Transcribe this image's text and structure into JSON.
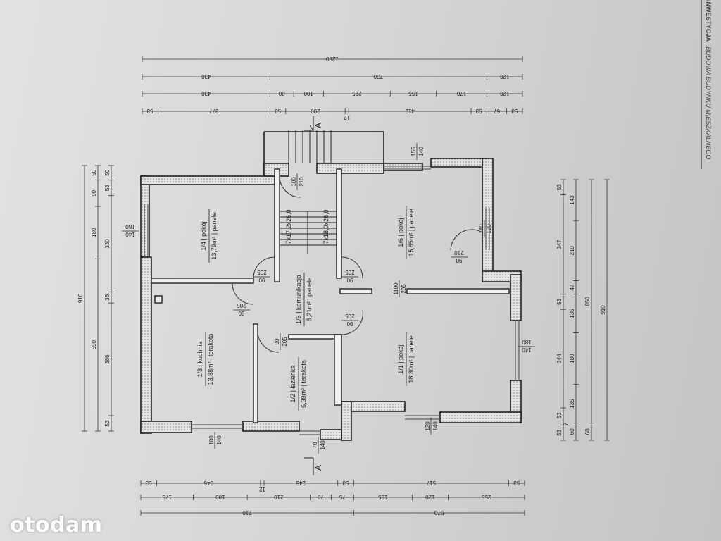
{
  "title_block": {
    "investment_label": "INWESTYCJA",
    "investment_value": "BUDOWA BUDYNKU MIESZKALNEGO"
  },
  "watermark": "otodam",
  "section_marker": "A",
  "rooms": [
    {
      "no": "1/4",
      "name": "pokój",
      "area": "13,79m²",
      "floor": "panele"
    },
    {
      "no": "1/6",
      "name": "pokój",
      "area": "15,65m²",
      "floor": "panele"
    },
    {
      "no": "1/5",
      "name": "komunikacja",
      "area": "6,21m²",
      "floor": "panele"
    },
    {
      "no": "1/3",
      "name": "kuchnia",
      "area": "13,88m²",
      "floor": "terakota"
    },
    {
      "no": "1/2",
      "name": "łazienka",
      "area": "6,39m²",
      "floor": "terakota"
    },
    {
      "no": "1/1",
      "name": "pokój",
      "area": "18,30m²",
      "floor": "panele"
    }
  ],
  "stairs": [
    "7x17,2x26,0",
    "7x18,0x26,0"
  ],
  "openings": [
    {
      "w": "90",
      "h": "205"
    },
    {
      "w": "90",
      "h": "205"
    },
    {
      "w": "90",
      "h": "205"
    },
    {
      "w": "90",
      "h": "205"
    },
    {
      "w": "90",
      "h": "205"
    },
    {
      "w": "100",
      "h": "210"
    },
    {
      "w": "90",
      "h": "210"
    },
    {
      "w": "1100",
      "h": "205"
    },
    {
      "w": "140",
      "h": "180"
    },
    {
      "w": "140",
      "h": "120"
    },
    {
      "w": "140",
      "h": "180"
    },
    {
      "w": "180",
      "h": "140"
    },
    {
      "w": "70",
      "h": "140"
    },
    {
      "w": "120",
      "h": "140"
    },
    {
      "w": "155",
      "h": "140"
    }
  ],
  "dimensions": {
    "top": [
      [
        1280
      ],
      [
        430,
        730,
        120
      ],
      [
        430,
        80,
        100,
        225,
        155,
        170,
        120
      ],
      [
        53,
        377,
        53,
        200,
        12,
        412,
        53,
        67,
        53
      ]
    ],
    "bottom": [
      [
        53,
        346,
        12,
        246,
        53,
        517,
        53
      ],
      [
        175,
        180,
        210,
        70,
        75,
        195,
        120,
        255
      ],
      [
        710,
        570
      ]
    ],
    "left": [
      [
        910
      ],
      [
        50,
        90,
        180,
        590
      ],
      [
        50,
        53,
        330,
        38,
        386,
        53
      ]
    ],
    "right": [
      [
        53,
        347,
        53,
        344,
        53,
        7,
        53
      ],
      [
        143,
        210,
        47,
        135,
        180,
        135,
        60
      ],
      [
        850,
        60
      ],
      [
        910
      ]
    ]
  }
}
